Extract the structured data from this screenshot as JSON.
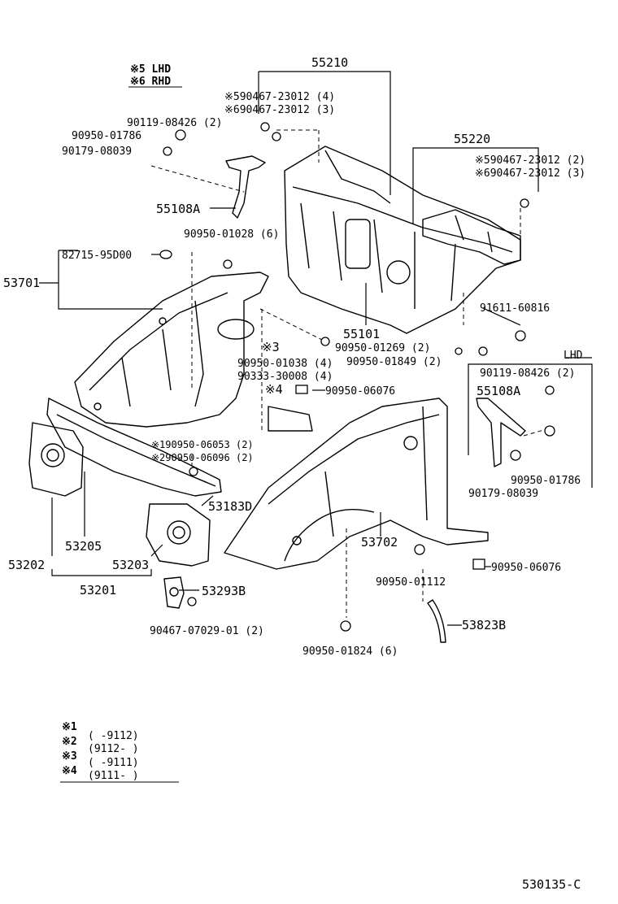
{
  "legend_top": {
    "line1": "※5 LHD",
    "line2": "※6 RHD"
  },
  "group_labels": {
    "g55210": "55210",
    "g55220": "55220",
    "g53701": "53701",
    "g53201": "53201",
    "lhd": "LHD"
  },
  "parts": [
    {
      "id": "p1",
      "text": "※590467-23012 (4)"
    },
    {
      "id": "p2",
      "text": "※690467-23012 (3)"
    },
    {
      "id": "p3",
      "text": "90119-08426 (2)"
    },
    {
      "id": "p4",
      "text": "90950-01786"
    },
    {
      "id": "p5",
      "text": "90179-08039"
    },
    {
      "id": "p6",
      "text": "※590467-23012 (2)"
    },
    {
      "id": "p7",
      "text": "※690467-23012 (3)"
    },
    {
      "id": "p8",
      "text": "55108A"
    },
    {
      "id": "p9",
      "text": "90950-01028 (6)"
    },
    {
      "id": "p10",
      "text": "82715-95D00"
    },
    {
      "id": "p11",
      "text": "91611-60816"
    },
    {
      "id": "p12",
      "text": "55101"
    },
    {
      "id": "p13",
      "text": "※3"
    },
    {
      "id": "p14",
      "text": "90950-01269 (2)"
    },
    {
      "id": "p15",
      "text": "90950-01849 (2)"
    },
    {
      "id": "p16",
      "text": "90950-01038 (4)"
    },
    {
      "id": "p17",
      "text": "90333-30008 (4)"
    },
    {
      "id": "p18",
      "text": "※4"
    },
    {
      "id": "p19",
      "text": "90950-06076"
    },
    {
      "id": "p20",
      "text": "90119-08426 (2)"
    },
    {
      "id": "p21",
      "text": "55108A"
    },
    {
      "id": "p22",
      "text": "※190950-06053 (2)"
    },
    {
      "id": "p23",
      "text": "※290950-06096 (2)"
    },
    {
      "id": "p24",
      "text": "90950-01786"
    },
    {
      "id": "p25",
      "text": "90179-08039"
    },
    {
      "id": "p26",
      "text": "53183D"
    },
    {
      "id": "p27",
      "text": "53205"
    },
    {
      "id": "p28",
      "text": "53202"
    },
    {
      "id": "p29",
      "text": "53203"
    },
    {
      "id": "p30",
      "text": "53702"
    },
    {
      "id": "p31",
      "text": "90950-06076"
    },
    {
      "id": "p32",
      "text": "90950-01112"
    },
    {
      "id": "p33",
      "text": "53293B"
    },
    {
      "id": "p34",
      "text": "90467-07029-01 (2)"
    },
    {
      "id": "p35",
      "text": "53823B"
    },
    {
      "id": "p36",
      "text": "90950-01824 (6)"
    }
  ],
  "footnotes": [
    {
      "mark": "※1",
      "range": "(      -9112)"
    },
    {
      "mark": "※2",
      "range": "(9112-      )"
    },
    {
      "mark": "※3",
      "range": "(      -9111)"
    },
    {
      "mark": "※4",
      "range": "(9111-      )"
    }
  ],
  "diagram_code": "530135-C"
}
